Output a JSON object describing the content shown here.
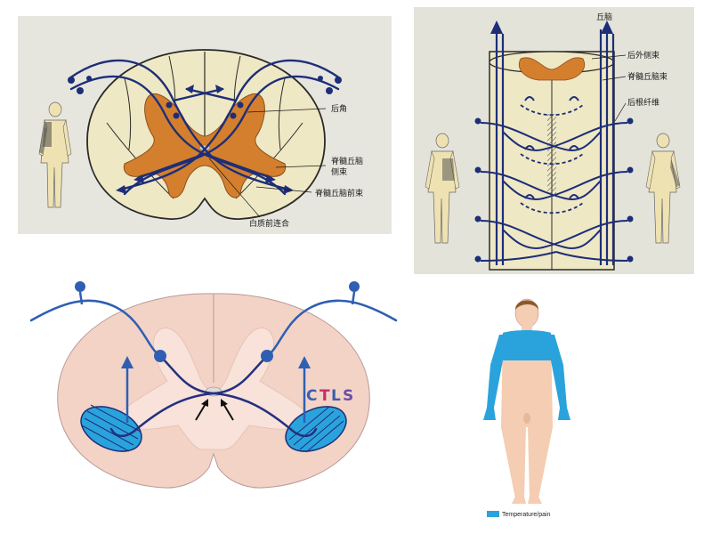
{
  "panel_top_left": {
    "labels": {
      "posterior_horn": "后角",
      "lateral_tract": "脊髓丘脑\n侧束",
      "lateral_tract_line1": "脊髓丘脑",
      "lateral_tract_line2": "侧束",
      "anterior_tract": "脊髓丘脑前束",
      "commissure": "白质前连合"
    }
  },
  "panel_top_right": {
    "labels": {
      "thalamus": "丘脑",
      "posterolateral_tract": "后外侧束",
      "spinothalamic_tract": "脊髓丘脑束",
      "dorsal_root_fibers": "后根纤维"
    }
  },
  "panel_bottom_left": {
    "ctls": {
      "C": "C",
      "T": "T",
      "L": "L",
      "S": "S"
    },
    "colors": {
      "C": "#3b5fb0",
      "T": "#c0306a",
      "L": "#3b5fb0",
      "S": "#6a4fa6"
    }
  },
  "panel_bottom_right": {
    "legend_label": "Temperature/pain",
    "legend_color": "#2aa3dc"
  },
  "colors": {
    "nerve_blue": "#1d2e78",
    "gray_matter_orange": "#d37f2e",
    "white_matter_cream": "#efe8c4",
    "cord_pink": "#f2d3c6"
  }
}
